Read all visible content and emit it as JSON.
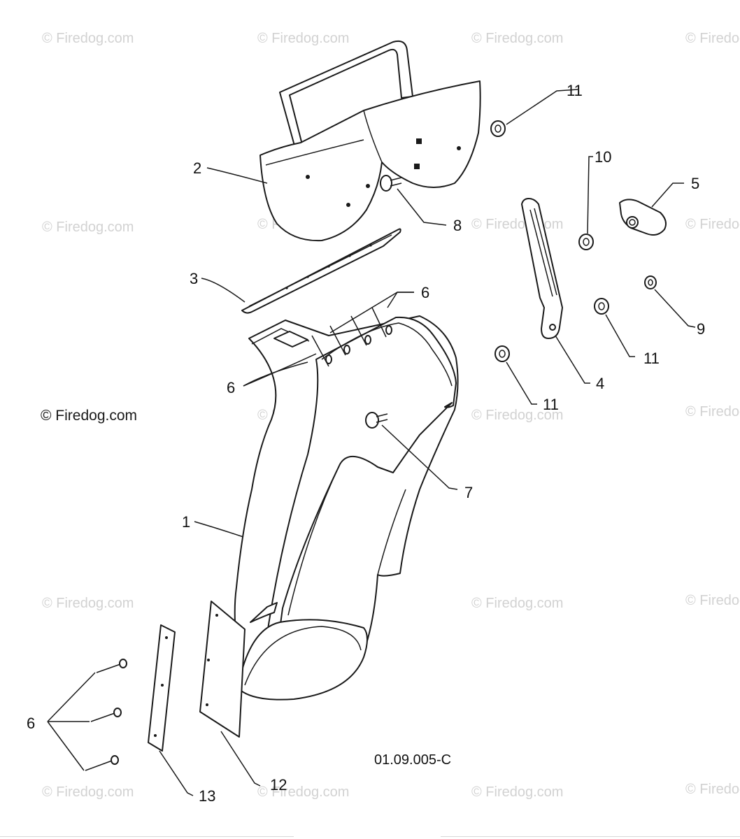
{
  "watermark_text": "© Firedog.com",
  "credit_text": "© Firedog.com",
  "reference_code": "01.09.005-C",
  "callouts": {
    "c1": "1",
    "c2": "2",
    "c3": "3",
    "c4": "4",
    "c5": "5",
    "c6_top": "6",
    "c6_mid": "6",
    "c6_bottom": "6",
    "c7": "7",
    "c8": "8",
    "c9": "9",
    "c10": "10",
    "c11_top": "11",
    "c11_right": "11",
    "c11_mid": "11",
    "c12": "12",
    "c13": "13"
  },
  "colors": {
    "line": "#1a1a1a",
    "watermark": "#d2d2d2",
    "background": "#ffffff"
  }
}
